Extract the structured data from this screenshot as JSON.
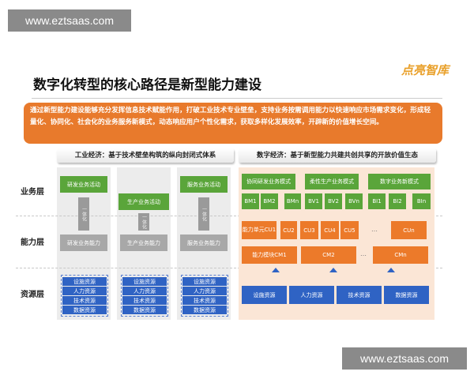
{
  "watermark": "www.eztsaas.com",
  "logo": "点亮智库",
  "title": "数字化转型的核心路径是新型能力建设",
  "intro": "通过新型能力建设能够充分发挥信息技术赋能作用，打破工业技术专业壁垒，支持业务按需调用能力以快速响应市场需求变化，形成轻量化、协同化、社会化的业务服务新模式，动态响应用户个性化需求，获取多样化发展效率，开辟新的价值增长空间。",
  "row_labels": [
    "业务层",
    "能力层",
    "资源层"
  ],
  "industrial": {
    "header": "工业经济：基于技术壁垒构筑的纵向封闭式体系",
    "integration": "一体化",
    "columns": [
      {
        "activity": "研发业务活动",
        "capability": "研发业务能力"
      },
      {
        "activity": "生产业务活动",
        "capability": "生产业务能力"
      },
      {
        "activity": "服务业务活动",
        "capability": "服务业务能力"
      }
    ],
    "resources": [
      "设施资源",
      "人力资源",
      "技术资源",
      "数据资源"
    ]
  },
  "digital": {
    "header": "数字经济：基于新型能力共建共创共享的开放价值生态",
    "modes": [
      "协同研发业务模式",
      "柔性生产业务模式",
      "数字业务新模式"
    ],
    "units": [
      "BM1",
      "BM2",
      "BMn",
      "BV1",
      "BV2",
      "BVn",
      "BI1",
      "BI2",
      "BIn"
    ],
    "cus": [
      "能力单元CU1",
      "CU2",
      "CU3",
      "CU4",
      "CU5",
      "CUn"
    ],
    "cms": [
      "能力模块CM1",
      "CM2",
      "CMn"
    ],
    "ellipsis": "…",
    "resources": [
      "设施资源",
      "人力资源",
      "技术资源",
      "数据资源"
    ]
  },
  "colors": {
    "orange": "#e87a2c",
    "green": "#5aa53a",
    "blue": "#2f63c4",
    "grey": "#a8a8a8"
  }
}
